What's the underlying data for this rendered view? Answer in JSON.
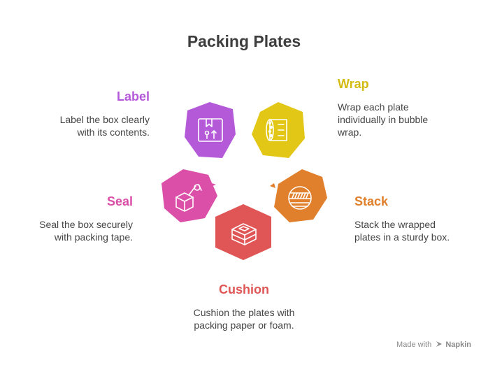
{
  "title": "Packing Plates",
  "steps": [
    {
      "id": "label",
      "title": "Label",
      "desc_lines": [
        "Label the box clearly",
        "with its contents."
      ],
      "color": "#b45ad9",
      "title_color": "#b45ad9",
      "icon": "box-label-icon"
    },
    {
      "id": "wrap",
      "title": "Wrap",
      "desc_lines": [
        "Wrap each plate",
        "individually in bubble",
        "wrap."
      ],
      "color": "#e3c716",
      "title_color": "#d4bb12",
      "icon": "bubble-wrap-icon"
    },
    {
      "id": "stack",
      "title": "Stack",
      "desc_lines": [
        "Stack the wrapped",
        "plates in a sturdy box."
      ],
      "color": "#e0802c",
      "title_color": "#e0802c",
      "icon": "stacked-plates-icon"
    },
    {
      "id": "cushion",
      "title": "Cushion",
      "desc_lines": [
        "Cushion the plates with",
        "packing paper or foam."
      ],
      "color": "#e05555",
      "title_color": "#e05555",
      "icon": "cushion-icon"
    },
    {
      "id": "seal",
      "title": "Seal",
      "desc_lines": [
        "Seal the box securely",
        "with packing tape."
      ],
      "color": "#db4fa8",
      "title_color": "#db4fa8",
      "icon": "tape-seal-icon"
    }
  ],
  "footer": {
    "prefix": "Made with",
    "brand": "Napkin"
  }
}
